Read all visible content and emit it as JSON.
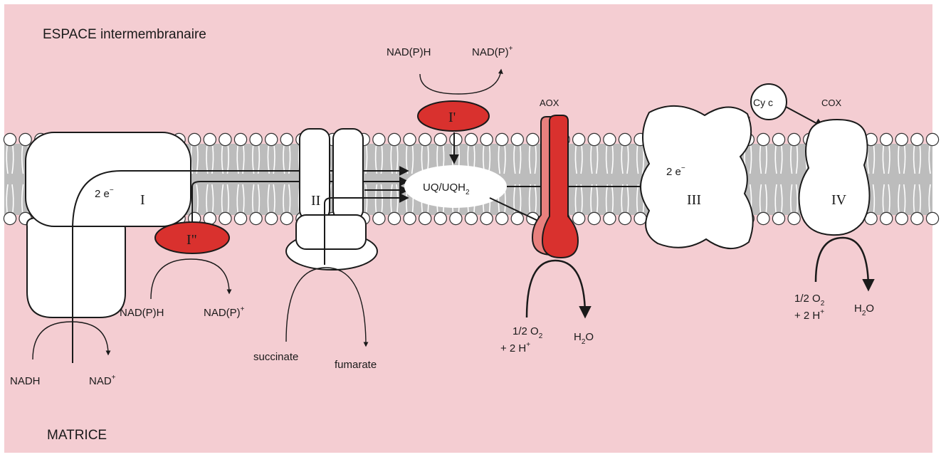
{
  "regions": {
    "intermembrane_space": "ESPACE intermembranaire",
    "matrix": "MATRICE"
  },
  "complexes": {
    "complex_I": "I",
    "complex_I_prime": "I'",
    "complex_I_double_prime": "I\"",
    "complex_II": "II",
    "complex_III": "III",
    "complex_IV": "IV",
    "aox": "AOX",
    "cox": "COX",
    "cytochrome_c": "Cy c",
    "ubiquinone_pool": {
      "base": "UQ/UQH",
      "sub": "2"
    }
  },
  "electrons": {
    "label_complex_I": {
      "base": "2 e",
      "sup": "−"
    },
    "label_complex_III": {
      "base": "2 e",
      "sup": "−"
    }
  },
  "substrates": {
    "nadh": "NADH",
    "nad_plus": {
      "base": "NAD",
      "sup": "+"
    },
    "nadph_top": "NAD(P)H",
    "nadp_plus_top": {
      "base": "NAD(P)",
      "sup": "+"
    },
    "nadph_bottom": "NAD(P)H",
    "nadp_plus_bottom": {
      "base": "NAD(P)",
      "sup": "+"
    },
    "succinate": "succinate",
    "fumarate": "fumarate"
  },
  "aox_reaction": {
    "oxygen_line1": {
      "base": "1/2 O",
      "sub": "2"
    },
    "oxygen_line2": {
      "base": "+ 2 H",
      "sup": "+"
    },
    "water": {
      "base": "H",
      "sub": "2",
      "tail": "O"
    }
  },
  "cox_reaction": {
    "oxygen_line1": {
      "base": "1/2 O",
      "sub": "2"
    },
    "oxygen_line2": {
      "base": "+ 2 H",
      "sup": "+"
    },
    "water": {
      "base": "H",
      "sub": "2",
      "tail": "O"
    }
  },
  "colors": {
    "background": "#f4cdd2",
    "membrane_core": "#bcbcbc",
    "red_enzyme": "#d9312e",
    "outline": "#1a1a1a"
  }
}
